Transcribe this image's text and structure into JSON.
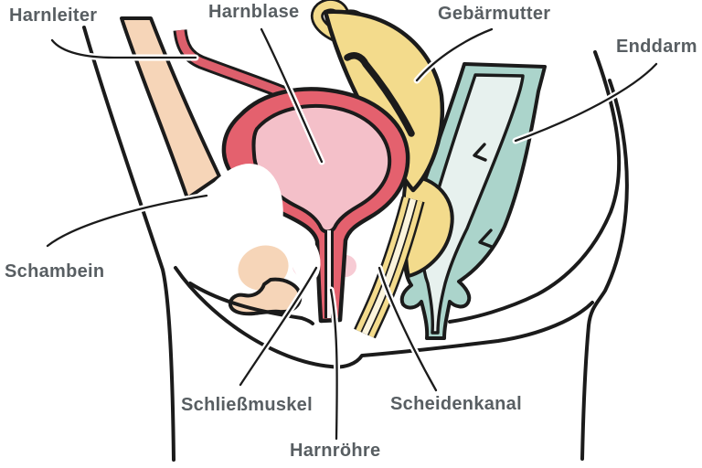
{
  "diagram": {
    "labels": {
      "harnleiter": "Harnleiter",
      "harnblase": "Harnblase",
      "gebaermutter": "Gebärmutter",
      "enddarm": "Enddarm",
      "schambein": "Schambein",
      "schliessmuskel": "Schließmuskel",
      "harnroehre": "Harnröhre",
      "scheidenkanal": "Scheidenkanal"
    },
    "colors": {
      "outline": "#1b1b1b",
      "label_text": "#585e62",
      "bladder_wall": "#e4616e",
      "bladder_inner": "#f4c0c9",
      "ureter_red": "#dd5f6c",
      "urethra_lumen": "#fdf3f4",
      "sphincter_pink": "#f7cbd4",
      "uterus_yellow": "#f3db8c",
      "vagina_pale": "#fbf4dc",
      "rectum_wall": "#abd4cb",
      "rectum_inner": "#e7f1ee",
      "tissue_peach": "#f6d5b8",
      "bone_white": "#ffffff",
      "background": "#ffffff"
    }
  }
}
